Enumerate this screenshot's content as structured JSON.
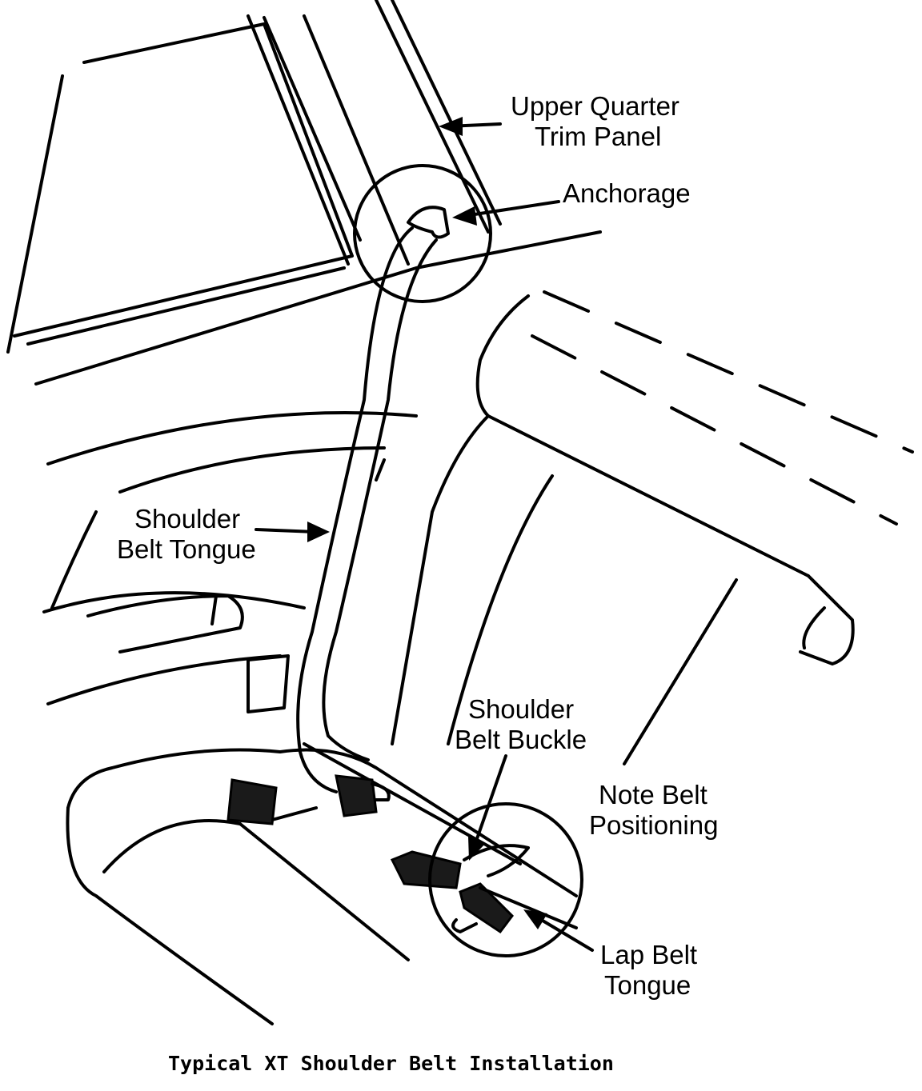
{
  "labels": {
    "upper_quarter_1": "Upper Quarter",
    "upper_quarter_2": "Trim Panel",
    "anchorage": "Anchorage",
    "shoulder_tongue_1": "Shoulder",
    "shoulder_tongue_2": "Belt Tongue",
    "shoulder_buckle_1": "Shoulder",
    "shoulder_buckle_2": "Belt Buckle",
    "note_1": "Note Belt",
    "note_2": "Positioning",
    "lap_tongue_1": "Lap Belt",
    "lap_tongue_2": "Tongue"
  },
  "caption": "Typical XT Shoulder Belt Installation"
}
